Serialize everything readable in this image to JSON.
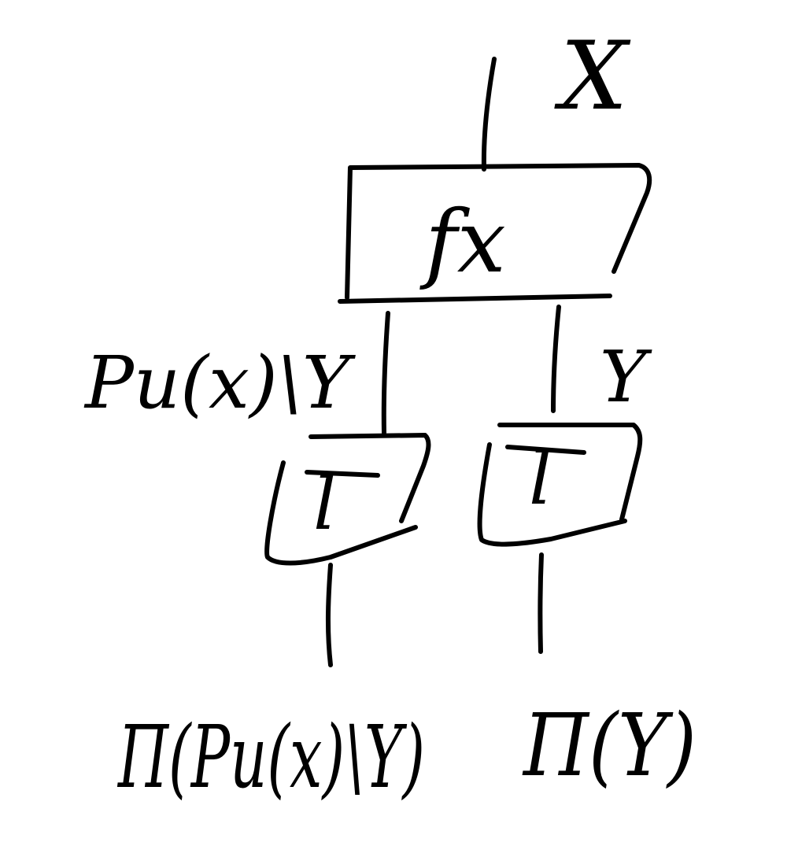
{
  "diagram": {
    "labels": {
      "top_wire": "X",
      "morphism": "fx",
      "left_wire": "Pu(x)\\Y",
      "right_wire": "Y",
      "left_box": "l",
      "right_box": "l",
      "left_output": "Π(Pu(x)\\Y)",
      "right_output": "Π(Y)"
    },
    "ink_color": "#000000",
    "background_color": "#ffffff"
  }
}
